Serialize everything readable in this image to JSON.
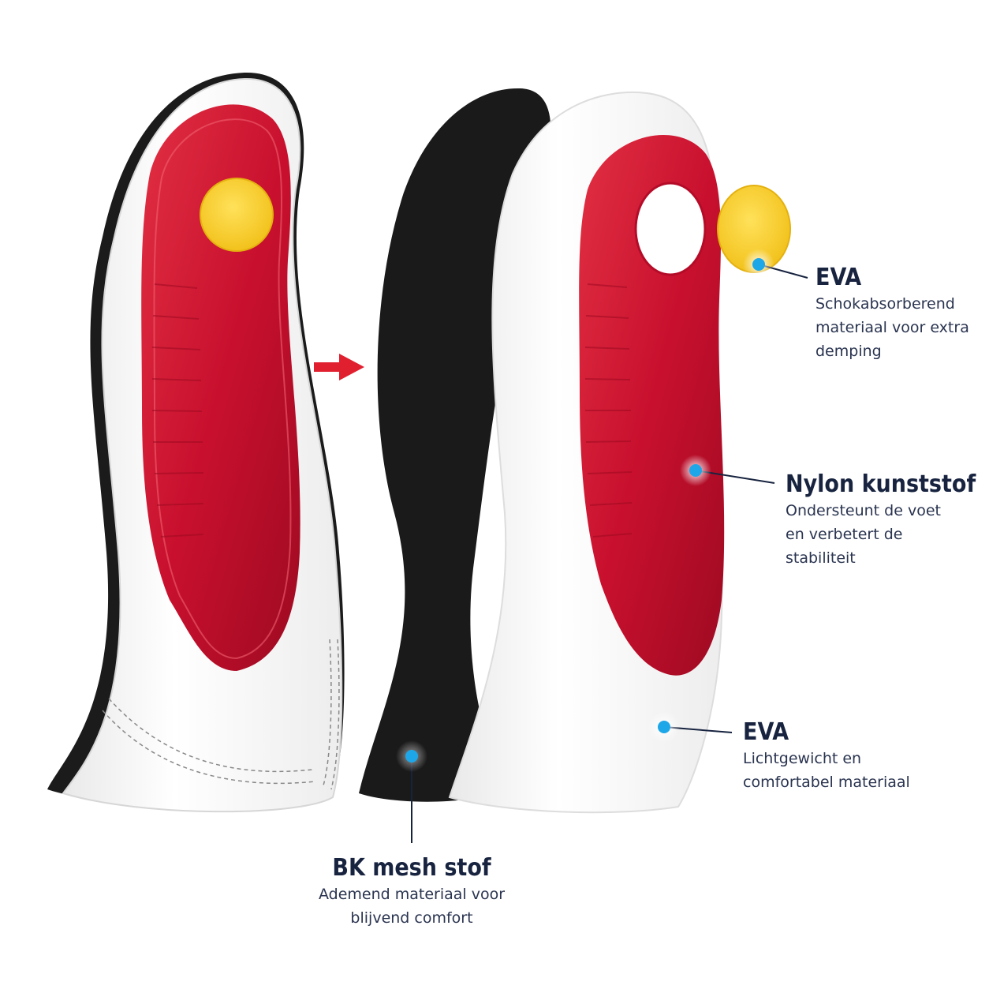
{
  "colors": {
    "red": "#c8102e",
    "yellow": "#f7d23b",
    "black_mesh": "#1a1a1a",
    "white_foam": "#f4f4f4",
    "marker": "#1ea7e8",
    "text_dark": "#17233f"
  },
  "callouts": {
    "eva_top": {
      "title": "EVA",
      "desc": "Schokabsorberend\nmateriaal voor extra\ndemping"
    },
    "nylon": {
      "title": "Nylon kunststof",
      "desc": "Ondersteunt de voet\nen verbetert de\nstabiliteit"
    },
    "eva_bottom": {
      "title": "EVA",
      "desc": "Lichtgewicht en\ncomfortabel materiaal"
    },
    "mesh": {
      "title": "BK mesh stof",
      "desc": "Ademend materiaal voor\nblijvend comfort"
    }
  },
  "icons": {
    "arrow": "right-arrow-icon",
    "marker": "marker-dot-icon"
  }
}
